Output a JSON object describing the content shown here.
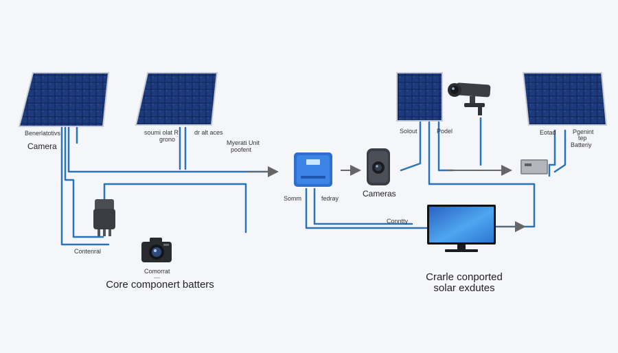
{
  "colors": {
    "background": "#f5f6f9",
    "wire": "#2a73b8",
    "arrow": "#666666",
    "panel_cell": "#13275a",
    "panel_frame": "#c7ccd4",
    "controller": "#2d6fd1",
    "monitor_screen": "#3a8fe0"
  },
  "icons": [
    "solar-panel-icon",
    "cctv-camera-icon",
    "dome-camera-icon",
    "dslr-camera-icon",
    "charge-controller-icon",
    "battery-icon",
    "monitor-icon",
    "connector-icon"
  ],
  "labels": {
    "panel1_small": "Benerlatotivs",
    "panel1_main": "Camera",
    "panel2_a": "soumi olat R",
    "panel2_b": "grono",
    "panel2_c": "dr alt aces",
    "mid_a": "Myerati Unit",
    "mid_b": "poofent",
    "controller_left": "Somm",
    "controller_right": "fedray",
    "cameras": "Cameras",
    "solout": "Solout",
    "podel": "Podel",
    "eotad": "Eotad",
    "right_a": "Pgenint",
    "right_b": "tep",
    "right_c": "Batteriy",
    "conntry": "Conntty",
    "contenral": "Contenral",
    "comorrat": "Comorrat",
    "comorrat_sub": "—",
    "core": "Core componert batters",
    "crarle": "Crarle conported",
    "solar_exdutes": "solar exdutes"
  }
}
